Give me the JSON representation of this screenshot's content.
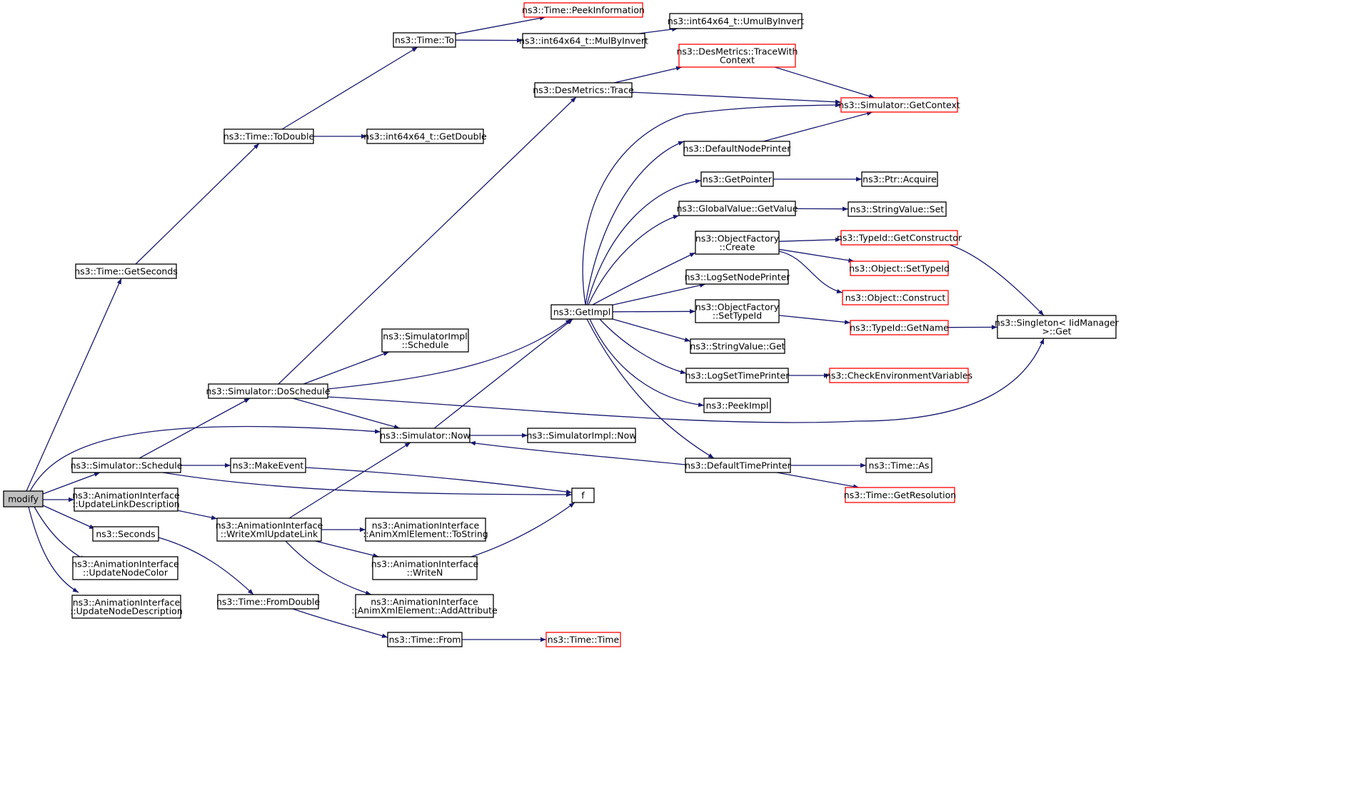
{
  "colors": {
    "edge": "#191970",
    "node_border_normal": "#000000",
    "node_border_truncated": "#ff0000",
    "node_fill": "#ffffff",
    "root_fill": "#bfbfbf"
  },
  "nodes": {
    "modify": {
      "lines": [
        "modify"
      ],
      "kind": "root"
    },
    "getseconds": {
      "lines": [
        "ns3::Time::GetSeconds"
      ],
      "kind": "normal"
    },
    "todouble": {
      "lines": [
        "ns3::Time::ToDouble"
      ],
      "kind": "normal"
    },
    "to": {
      "lines": [
        "ns3::Time::To"
      ],
      "kind": "normal"
    },
    "peekinfo": {
      "lines": [
        "ns3::Time::PeekInformation"
      ],
      "kind": "truncated"
    },
    "mulbyinvert": {
      "lines": [
        "ns3::int64x64_t::MulByInvert"
      ],
      "kind": "normal"
    },
    "umulbyinvert": {
      "lines": [
        "ns3::int64x64_t::UmulByInvert"
      ],
      "kind": "normal"
    },
    "getdouble": {
      "lines": [
        "ns3::int64x64_t::GetDouble"
      ],
      "kind": "normal"
    },
    "desmetrics_trace": {
      "lines": [
        "ns3::DesMetrics::Trace"
      ],
      "kind": "normal"
    },
    "tracewithcontext": {
      "lines": [
        "ns3::DesMetrics::TraceWith",
        "Context"
      ],
      "kind": "truncated"
    },
    "getcontext": {
      "lines": [
        "ns3::Simulator::GetContext"
      ],
      "kind": "truncated"
    },
    "defaultnodeprinter": {
      "lines": [
        "ns3::DefaultNodePrinter"
      ],
      "kind": "normal"
    },
    "getpointer": {
      "lines": [
        "ns3::GetPointer"
      ],
      "kind": "normal"
    },
    "ptr_acquire": {
      "lines": [
        "ns3::Ptr::Acquire"
      ],
      "kind": "normal"
    },
    "gv_getvalue": {
      "lines": [
        "ns3::GlobalValue::GetValue"
      ],
      "kind": "normal"
    },
    "sv_set": {
      "lines": [
        "ns3::StringValue::Set"
      ],
      "kind": "normal"
    },
    "of_create": {
      "lines": [
        "ns3::ObjectFactory",
        "::Create"
      ],
      "kind": "normal"
    },
    "getconstructor": {
      "lines": [
        "ns3::TypeId::GetConstructor"
      ],
      "kind": "truncated"
    },
    "settypeid_obj": {
      "lines": [
        "ns3::Object::SetTypeId"
      ],
      "kind": "truncated"
    },
    "construct": {
      "lines": [
        "ns3::Object::Construct"
      ],
      "kind": "truncated"
    },
    "logsetnodeprinter": {
      "lines": [
        "ns3::LogSetNodePrinter"
      ],
      "kind": "normal"
    },
    "getimpl": {
      "lines": [
        "ns3::GetImpl"
      ],
      "kind": "normal"
    },
    "of_settypeid": {
      "lines": [
        "ns3::ObjectFactory",
        "::SetTypeId"
      ],
      "kind": "normal"
    },
    "typeid_getname": {
      "lines": [
        "ns3::TypeId::GetName"
      ],
      "kind": "truncated"
    },
    "singleton_get": {
      "lines": [
        "ns3::Singleton< IidManager",
        " >::Get"
      ],
      "kind": "normal"
    },
    "sv_get": {
      "lines": [
        "ns3::StringValue::Get"
      ],
      "kind": "normal"
    },
    "simimpl_schedule": {
      "lines": [
        "ns3::SimulatorImpl",
        "::Schedule"
      ],
      "kind": "normal"
    },
    "logsettimeprinter": {
      "lines": [
        "ns3::LogSetTimePrinter"
      ],
      "kind": "normal"
    },
    "checkenv": {
      "lines": [
        "ns3::CheckEnvironmentVariables"
      ],
      "kind": "truncated"
    },
    "doschedule": {
      "lines": [
        "ns3::Simulator::DoSchedule"
      ],
      "kind": "normal"
    },
    "peekimpl": {
      "lines": [
        "ns3::PeekImpl"
      ],
      "kind": "normal"
    },
    "sim_now": {
      "lines": [
        "ns3::Simulator::Now"
      ],
      "kind": "normal"
    },
    "simimpl_now": {
      "lines": [
        "ns3::SimulatorImpl::Now"
      ],
      "kind": "normal"
    },
    "sim_schedule": {
      "lines": [
        "ns3::Simulator::Schedule"
      ],
      "kind": "normal"
    },
    "makeevent": {
      "lines": [
        "ns3::MakeEvent"
      ],
      "kind": "normal"
    },
    "defaulttimeprinter": {
      "lines": [
        "ns3::DefaultTimePrinter"
      ],
      "kind": "normal"
    },
    "time_as": {
      "lines": [
        "ns3::Time::As"
      ],
      "kind": "normal"
    },
    "f": {
      "lines": [
        "f"
      ],
      "kind": "normal"
    },
    "getresolution": {
      "lines": [
        "ns3::Time::GetResolution"
      ],
      "kind": "truncated"
    },
    "updatelinkdesc": {
      "lines": [
        "ns3::AnimationInterface",
        "::UpdateLinkDescription"
      ],
      "kind": "normal"
    },
    "writexmlupdatelink": {
      "lines": [
        "ns3::AnimationInterface",
        "::WriteXmlUpdateLink"
      ],
      "kind": "normal"
    },
    "tostring": {
      "lines": [
        "ns3::AnimationInterface",
        "::AnimXmlElement::ToString"
      ],
      "kind": "normal"
    },
    "seconds": {
      "lines": [
        "ns3::Seconds"
      ],
      "kind": "normal"
    },
    "updatenodecolor": {
      "lines": [
        "ns3::AnimationInterface",
        "::UpdateNodeColor"
      ],
      "kind": "normal"
    },
    "writen": {
      "lines": [
        "ns3::AnimationInterface",
        "::WriteN"
      ],
      "kind": "normal"
    },
    "updatenodedesc": {
      "lines": [
        "ns3::AnimationInterface",
        "::UpdateNodeDescription"
      ],
      "kind": "normal"
    },
    "fromdouble": {
      "lines": [
        "ns3::Time::FromDouble"
      ],
      "kind": "normal"
    },
    "addattribute": {
      "lines": [
        "ns3::AnimationInterface",
        "::AnimXmlElement::AddAttribute"
      ],
      "kind": "normal"
    },
    "time_from": {
      "lines": [
        "ns3::Time::From"
      ],
      "kind": "normal"
    },
    "time_time": {
      "lines": [
        "ns3::Time::Time"
      ],
      "kind": "truncated"
    }
  },
  "edges": [
    {
      "from": "modify",
      "to": "getseconds"
    },
    {
      "from": "modify",
      "to": "sim_now"
    },
    {
      "from": "modify",
      "to": "sim_schedule"
    },
    {
      "from": "modify",
      "to": "updatelinkdesc"
    },
    {
      "from": "modify",
      "to": "seconds"
    },
    {
      "from": "modify",
      "to": "updatenodecolor"
    },
    {
      "from": "modify",
      "to": "updatenodedesc"
    },
    {
      "from": "getseconds",
      "to": "todouble"
    },
    {
      "from": "todouble",
      "to": "to"
    },
    {
      "from": "todouble",
      "to": "getdouble"
    },
    {
      "from": "to",
      "to": "peekinfo"
    },
    {
      "from": "to",
      "to": "mulbyinvert"
    },
    {
      "from": "mulbyinvert",
      "to": "umulbyinvert"
    },
    {
      "from": "desmetrics_trace",
      "to": "tracewithcontext"
    },
    {
      "from": "desmetrics_trace",
      "to": "getcontext"
    },
    {
      "from": "tracewithcontext",
      "to": "getcontext"
    },
    {
      "from": "getimpl",
      "to": "getcontext"
    },
    {
      "from": "getimpl",
      "to": "defaultnodeprinter"
    },
    {
      "from": "getimpl",
      "to": "getpointer"
    },
    {
      "from": "getimpl",
      "to": "gv_getvalue"
    },
    {
      "from": "getimpl",
      "to": "of_create"
    },
    {
      "from": "getimpl",
      "to": "logsetnodeprinter"
    },
    {
      "from": "getimpl",
      "to": "of_settypeid"
    },
    {
      "from": "getimpl",
      "to": "sv_get"
    },
    {
      "from": "getimpl",
      "to": "logsettimeprinter"
    },
    {
      "from": "getimpl",
      "to": "peekimpl"
    },
    {
      "from": "getimpl",
      "to": "defaulttimeprinter"
    },
    {
      "from": "defaultnodeprinter",
      "to": "getcontext"
    },
    {
      "from": "getpointer",
      "to": "ptr_acquire"
    },
    {
      "from": "gv_getvalue",
      "to": "sv_set"
    },
    {
      "from": "of_create",
      "to": "getconstructor"
    },
    {
      "from": "of_create",
      "to": "settypeid_obj"
    },
    {
      "from": "of_create",
      "to": "construct"
    },
    {
      "from": "getconstructor",
      "to": "singleton_get"
    },
    {
      "from": "of_settypeid",
      "to": "typeid_getname"
    },
    {
      "from": "typeid_getname",
      "to": "singleton_get"
    },
    {
      "from": "logsettimeprinter",
      "to": "checkenv"
    },
    {
      "from": "doschedule",
      "to": "desmetrics_trace"
    },
    {
      "from": "doschedule",
      "to": "simimpl_schedule"
    },
    {
      "from": "doschedule",
      "to": "getimpl"
    },
    {
      "from": "doschedule",
      "to": "sim_now"
    },
    {
      "from": "doschedule",
      "to": "singleton_get"
    },
    {
      "from": "sim_now",
      "to": "getimpl"
    },
    {
      "from": "sim_now",
      "to": "simimpl_now"
    },
    {
      "from": "sim_schedule",
      "to": "doschedule"
    },
    {
      "from": "sim_schedule",
      "to": "makeevent"
    },
    {
      "from": "sim_schedule",
      "to": "f"
    },
    {
      "from": "makeevent",
      "to": "f"
    },
    {
      "from": "defaulttimeprinter",
      "to": "sim_now"
    },
    {
      "from": "defaulttimeprinter",
      "to": "time_as"
    },
    {
      "from": "defaulttimeprinter",
      "to": "getresolution"
    },
    {
      "from": "updatelinkdesc",
      "to": "writexmlupdatelink"
    },
    {
      "from": "writexmlupdatelink",
      "to": "sim_now"
    },
    {
      "from": "writexmlupdatelink",
      "to": "tostring"
    },
    {
      "from": "writexmlupdatelink",
      "to": "writen"
    },
    {
      "from": "writexmlupdatelink",
      "to": "addattribute"
    },
    {
      "from": "writen",
      "to": "f"
    },
    {
      "from": "seconds",
      "to": "fromdouble"
    },
    {
      "from": "fromdouble",
      "to": "time_from"
    },
    {
      "from": "time_from",
      "to": "time_time"
    }
  ]
}
